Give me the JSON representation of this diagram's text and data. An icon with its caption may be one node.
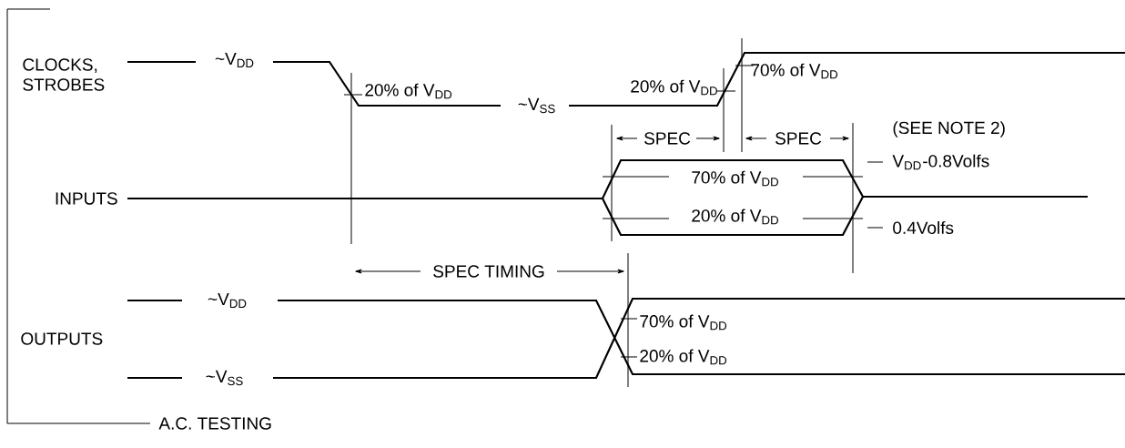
{
  "diagram": {
    "labels": [
      "CLOCKS, STROBES",
      "~V$_{DD}$",
      "20% of V$_{DD}$",
      "~V$_{SS}$",
      "20% of V$_{DD}$",
      "70% of V$_{DD}$",
      "SPEC",
      "SPEC",
      "(SEE NOTE 2)",
      "INPUTS",
      "70% of V$_{DD}$",
      "V$_{DD}$-0.8Volfs",
      "20% of V$_{DD}$",
      "0.4Volfs",
      "SPEC TIMING",
      "~V$_{DD}$",
      "OUTPUTS",
      "70% of V$_{DD}$",
      "20% of V$_{DD}$",
      "~V$_{SS}$",
      "A.C. TESTING"
    ]
  }
}
